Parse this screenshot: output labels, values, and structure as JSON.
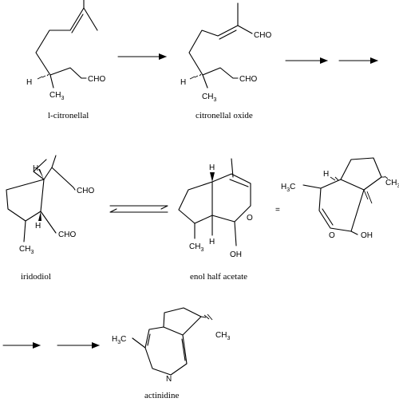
{
  "atoms": {
    "cho": "CHO",
    "ch3": "CH",
    "h3c": "H",
    "sub3": "3",
    "h": "H",
    "oh": "OH",
    "o": "O",
    "n": "N",
    "equals": "="
  },
  "compounds": [
    {
      "id": "l-citronellal",
      "name": "l-citronellal"
    },
    {
      "id": "citronellal-oxide",
      "name": "citronellal oxide"
    },
    {
      "id": "iridodiol",
      "name": "iridodiol"
    },
    {
      "id": "enol-half-acetate",
      "name": "enol half acetate"
    },
    {
      "id": "actinidine",
      "name": "actinidine"
    }
  ]
}
